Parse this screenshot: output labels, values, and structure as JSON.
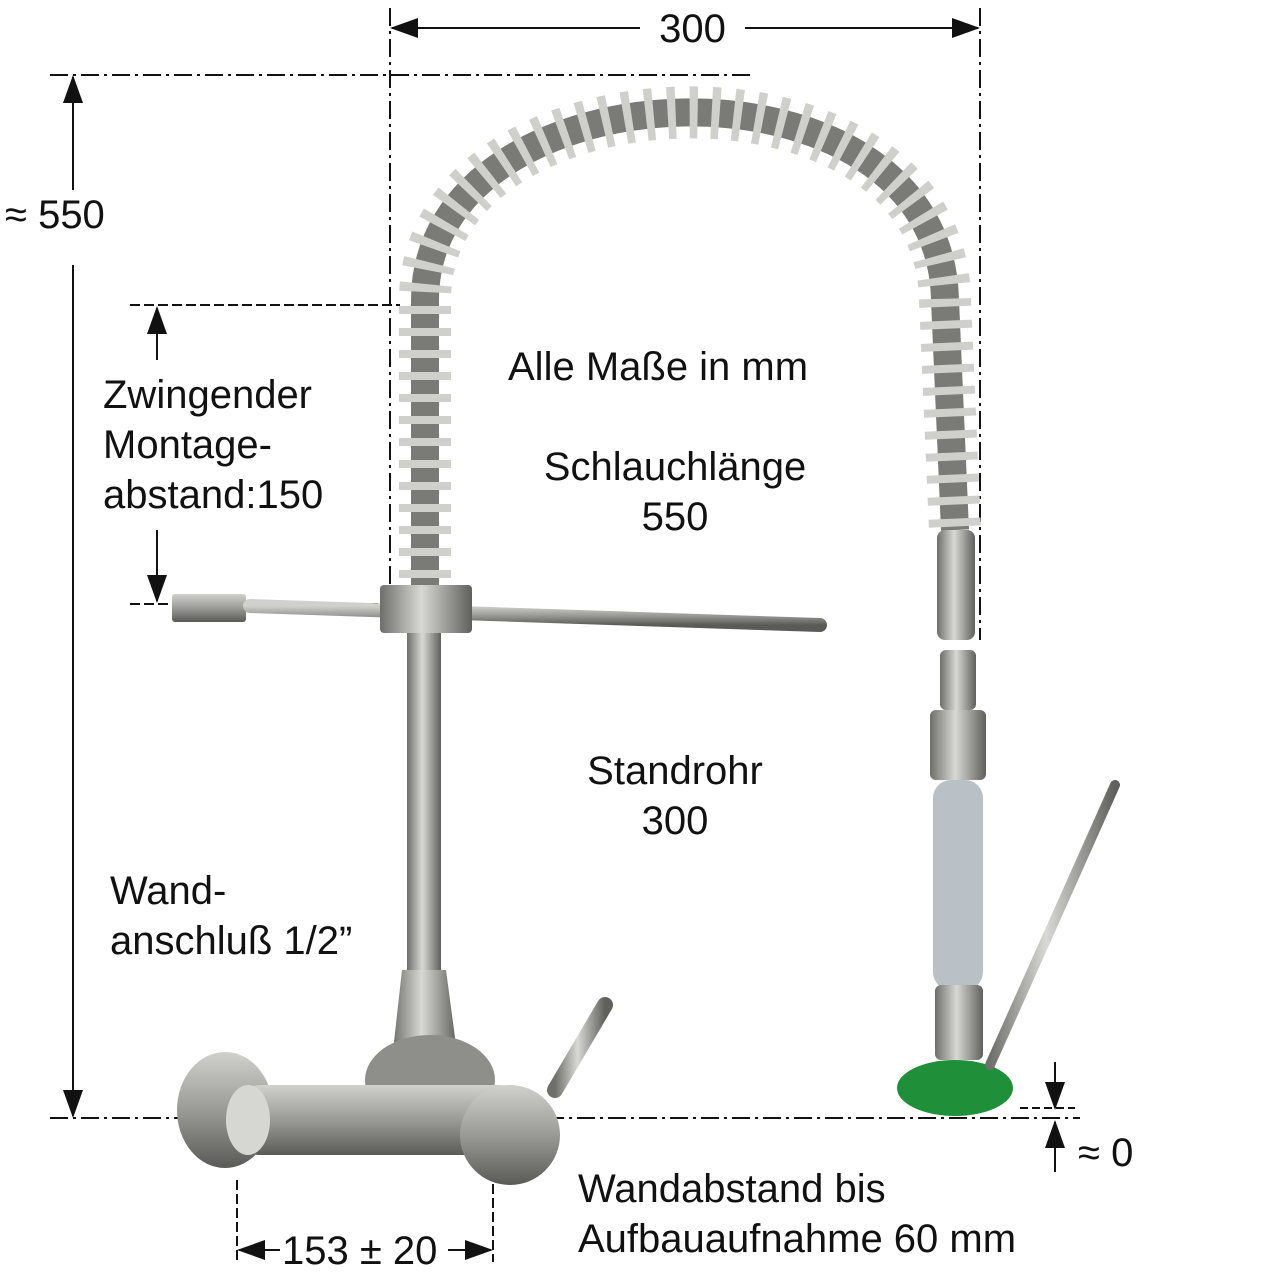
{
  "dimensions": {
    "width_top": "300",
    "height_total": "≈ 550",
    "mount_line1": "Zwingender",
    "mount_line2": "Montage-",
    "mount_line3": "abstand:150",
    "ground_clearance": "≈ 0",
    "spacing": "153 ± 20"
  },
  "notes": {
    "units": "Alle Maße in mm",
    "hose_label": "Schlauchlänge",
    "hose_value": "550",
    "pipe_label": "Standrohr",
    "pipe_value": "300",
    "wall_line1": "Wand-",
    "wall_line2": "anschluß 1/2”",
    "distance_line1": "Wandabstand bis",
    "distance_line2": "Aufbauaufnahme 60 mm"
  },
  "colors": {
    "steel": "#a9a9a6",
    "steel_dark": "#6e6e6b",
    "grip": "#b9c0c6",
    "ring": "#1f8f3a"
  }
}
